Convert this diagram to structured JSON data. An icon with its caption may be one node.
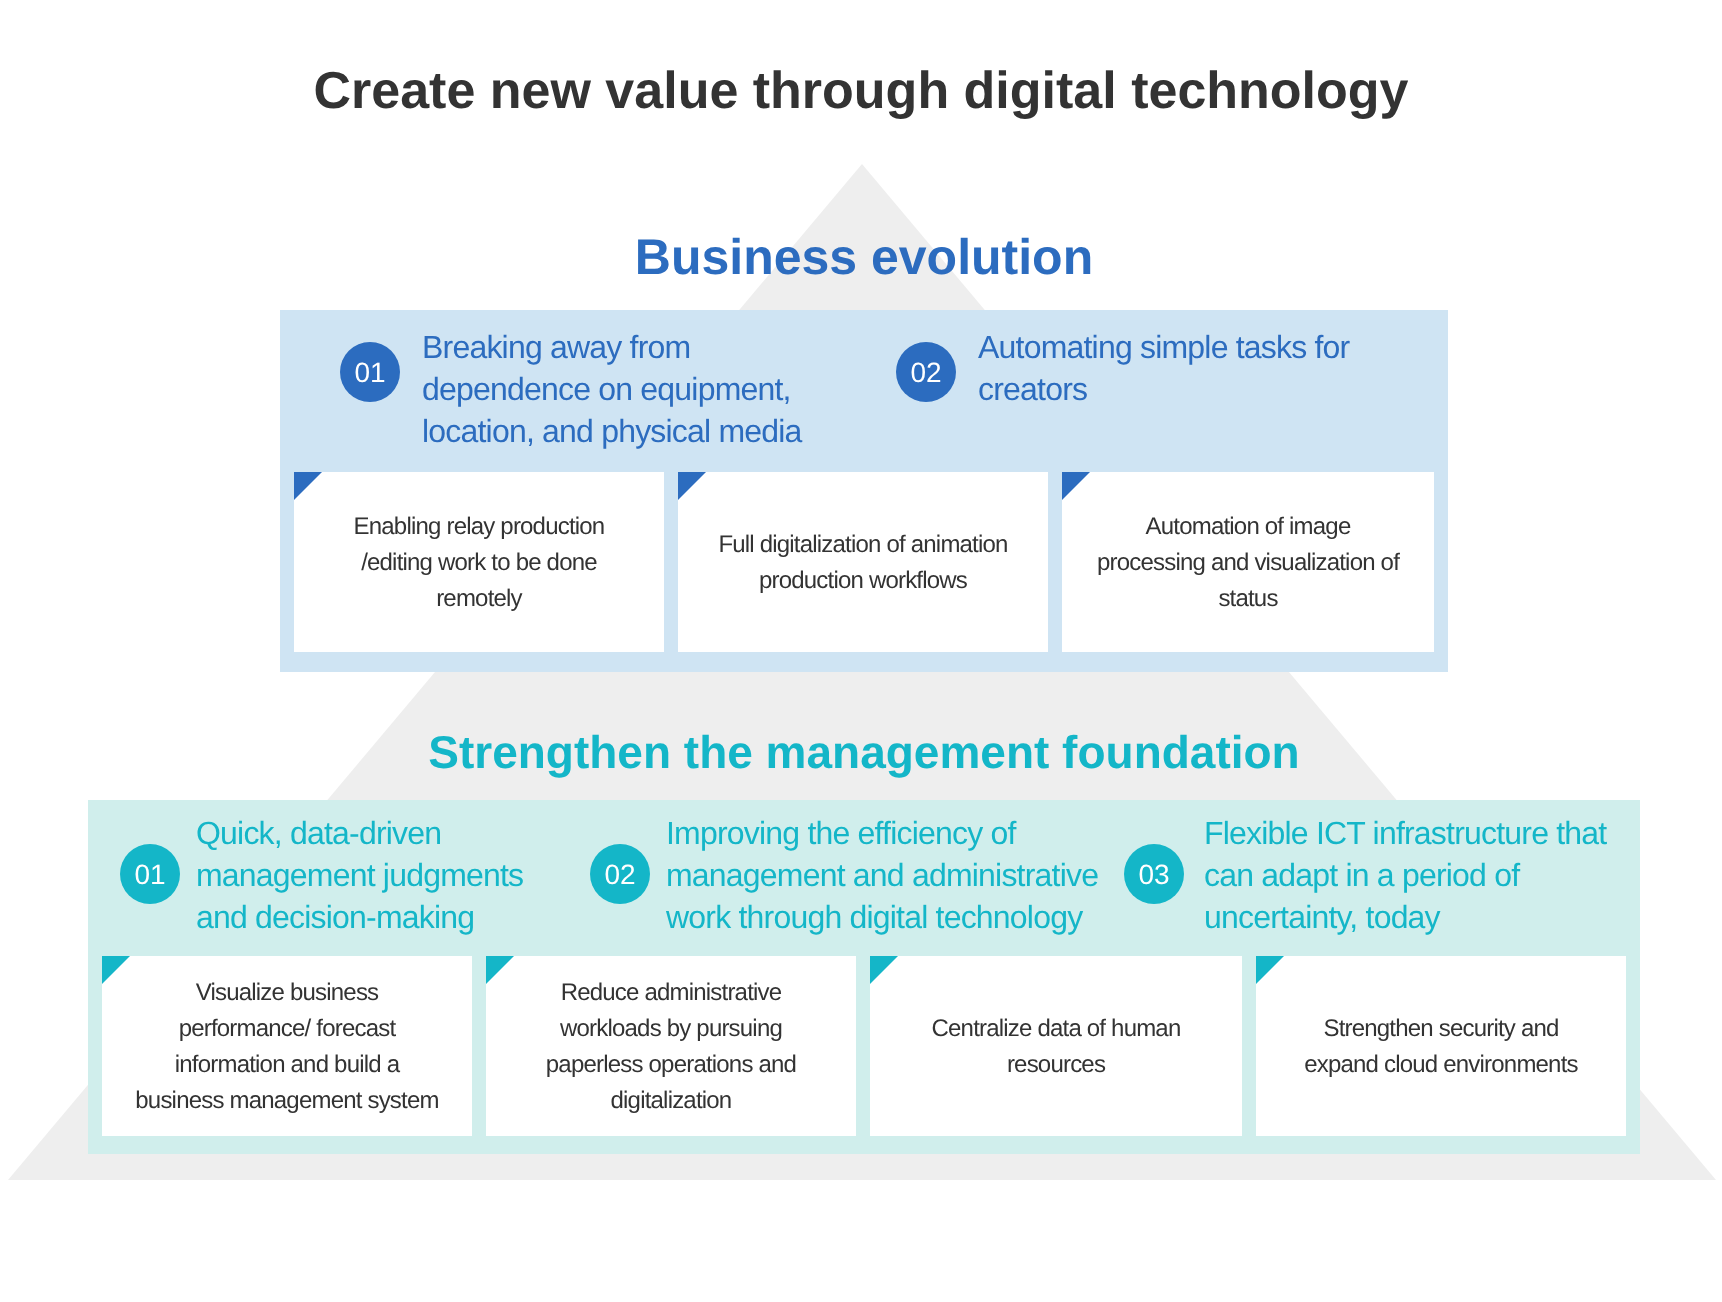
{
  "diagram": {
    "title": "Create new value through digital technology",
    "nodes": [
      {
        "text": [
          "Business evolution"
        ]
      },
      {
        "text": [
          "01"
        ],
        "beside": [
          "Breaking away from dependence on equipment, location, and physical media"
        ],
        "in": 0
      },
      {
        "text": [
          "02"
        ],
        "beside": [
          "Automating simple tasks for creators"
        ],
        "in": 0
      },
      {
        "text": [
          "Enabling relay production /editing work to be done remotely"
        ],
        "in": 0
      },
      {
        "text": [
          "Full digitalization of animation production workflows"
        ],
        "in": 0
      },
      {
        "text": [
          "Automation of image processing and visualization of status"
        ],
        "in": 0
      },
      {
        "text": [
          "Strengthen the management foundation"
        ]
      },
      {
        "text": [
          "01"
        ],
        "beside": [
          "Quick, data-driven management judgments and decision-making"
        ],
        "in": 6
      },
      {
        "text": [
          "02"
        ],
        "beside": [
          "Improving the efficiency of management and administrative work through digital technology"
        ],
        "in": 6
      },
      {
        "text": [
          "03"
        ],
        "beside": [
          "Flexible ICT infrastructure that can adapt in a period of uncertainty, today"
        ],
        "in": 6
      },
      {
        "text": [
          "Visualize business performance/ forecast information and build a business management system"
        ],
        "in": 6
      },
      {
        "text": [
          "Reduce administrative workloads by pursuing paperless operations and digitalization"
        ],
        "in": 6
      },
      {
        "text": [
          "Centralize data of human resources"
        ],
        "in": 6
      },
      {
        "text": [
          "Strengthen security and expand cloud environments"
        ],
        "in": 6
      }
    ],
    "edges": []
  }
}
